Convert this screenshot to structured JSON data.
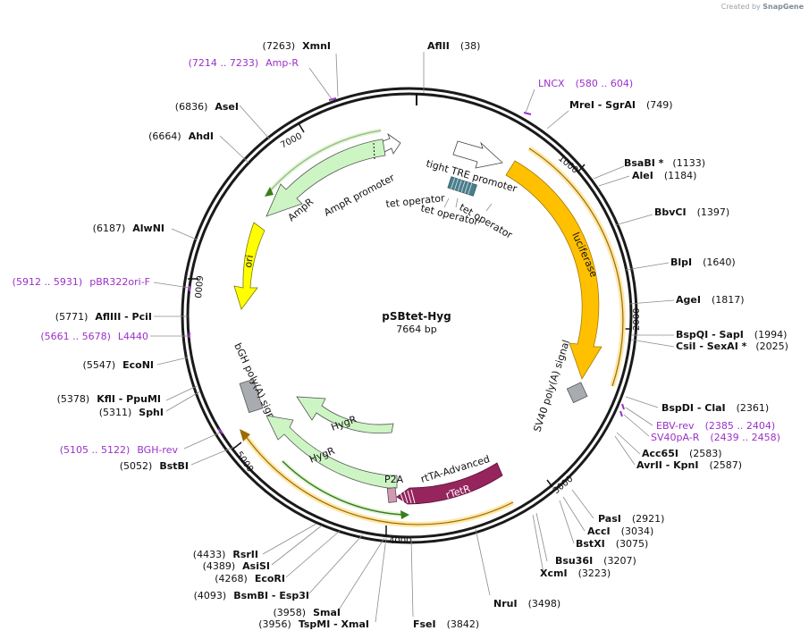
{
  "credit": {
    "prefix": "Created by",
    "brand": "SnapGene"
  },
  "plasmid": {
    "name": "pSBtet-Hyg",
    "length_label": "7664 bp",
    "length_bp": 7664
  },
  "ruler_ticks": [
    "1000",
    "2000",
    "3000",
    "4000",
    "5000",
    "6000",
    "7000"
  ],
  "sites": [
    {
      "name": "AflII",
      "pos": "(38)"
    },
    {
      "name": "MreI  -  SgrAI",
      "pos": "(749)"
    },
    {
      "name": "BsaBI *",
      "pos": "(1133)"
    },
    {
      "name": "AleI",
      "pos": "(1184)"
    },
    {
      "name": "BbvCI",
      "pos": "(1397)"
    },
    {
      "name": "BlpI",
      "pos": "(1640)"
    },
    {
      "name": "AgeI",
      "pos": "(1817)"
    },
    {
      "name": "BspQI  -  SapI",
      "pos": "(1994)"
    },
    {
      "name": "CsiI  -  SexAI *",
      "pos": "(2025)"
    },
    {
      "name": "BspDI  -  ClaI",
      "pos": "(2361)"
    },
    {
      "name": "Acc65I",
      "pos": "(2583)"
    },
    {
      "name": "AvrII  -  KpnI",
      "pos": "(2587)"
    },
    {
      "name": "PasI",
      "pos": "(2921)"
    },
    {
      "name": "AccI",
      "pos": "(3034)"
    },
    {
      "name": "BstXI",
      "pos": "(3075)"
    },
    {
      "name": "Bsu36I",
      "pos": "(3207)"
    },
    {
      "name": "XcmI",
      "pos": "(3223)"
    },
    {
      "name": "NruI",
      "pos": "(3498)"
    },
    {
      "name": "FseI",
      "pos": "(3842)"
    },
    {
      "name": "TspMI  -  XmaI",
      "pos": "(3956)"
    },
    {
      "name": "SmaI",
      "pos": "(3958)"
    },
    {
      "name": "BsmBI  -  Esp3I",
      "pos": "(4093)"
    },
    {
      "name": "EcoRI",
      "pos": "(4268)"
    },
    {
      "name": "AsiSI",
      "pos": "(4389)"
    },
    {
      "name": "RsrII",
      "pos": "(4433)"
    },
    {
      "name": "BstBI",
      "pos": "(5052)"
    },
    {
      "name": "SphI",
      "pos": "(5311)"
    },
    {
      "name": "KflI  -  PpuMI",
      "pos": "(5378)"
    },
    {
      "name": "EcoNI",
      "pos": "(5547)"
    },
    {
      "name": "AflIII  -  PciI",
      "pos": "(5771)"
    },
    {
      "name": "AlwNI",
      "pos": "(6187)"
    },
    {
      "name": "AhdI",
      "pos": "(6664)"
    },
    {
      "name": "AseI",
      "pos": "(6836)"
    },
    {
      "name": "XmnI",
      "pos": "(7263)"
    }
  ],
  "primers": [
    {
      "name": "Amp-R",
      "range": "(7214 .. 7233)"
    },
    {
      "name": "LNCX",
      "range": "(580 .. 604)"
    },
    {
      "name": "EBV-rev",
      "range": "(2385 .. 2404)"
    },
    {
      "name": "SV40pA-R",
      "range": "(2439 .. 2458)"
    },
    {
      "name": "BGH-rev",
      "range": "(5105 .. 5122)"
    },
    {
      "name": "L4440",
      "range": "(5661 .. 5678)"
    },
    {
      "name": "pBR322ori-F",
      "range": "(5912 .. 5931)"
    }
  ],
  "features": {
    "luciferase": "luciferase",
    "sv40_polya": "SV40 poly(A) signal",
    "tight_tre": "tight TRE promoter",
    "tet_op_1": "tet operator",
    "tet_op_2": "tet operator",
    "tet_op_3": "tet operator",
    "ampr_promoter": "AmpR promoter",
    "ampr": "AmpR",
    "ori": "ori",
    "bgh_polya": "bGH poly(A) signal",
    "hygr_1": "HygR",
    "hygr_2": "HygR",
    "p2a": "P2A",
    "rtta": "rtTA-Advanced",
    "rtetr": "rTetR"
  },
  "colors": {
    "backbone": "#1a1a1a",
    "primer": "#9b30c8",
    "luciferase": "#ffc000",
    "ampr": "#ccf5c3",
    "ampr_promoter": "#ffffff",
    "ori": "#ffff00",
    "hygr": "#ccf5c3",
    "rtetr": "#96255e",
    "polya": "#a8acb0",
    "gene_line": "#3a7d1a",
    "promoter_line": "#d49a00"
  }
}
